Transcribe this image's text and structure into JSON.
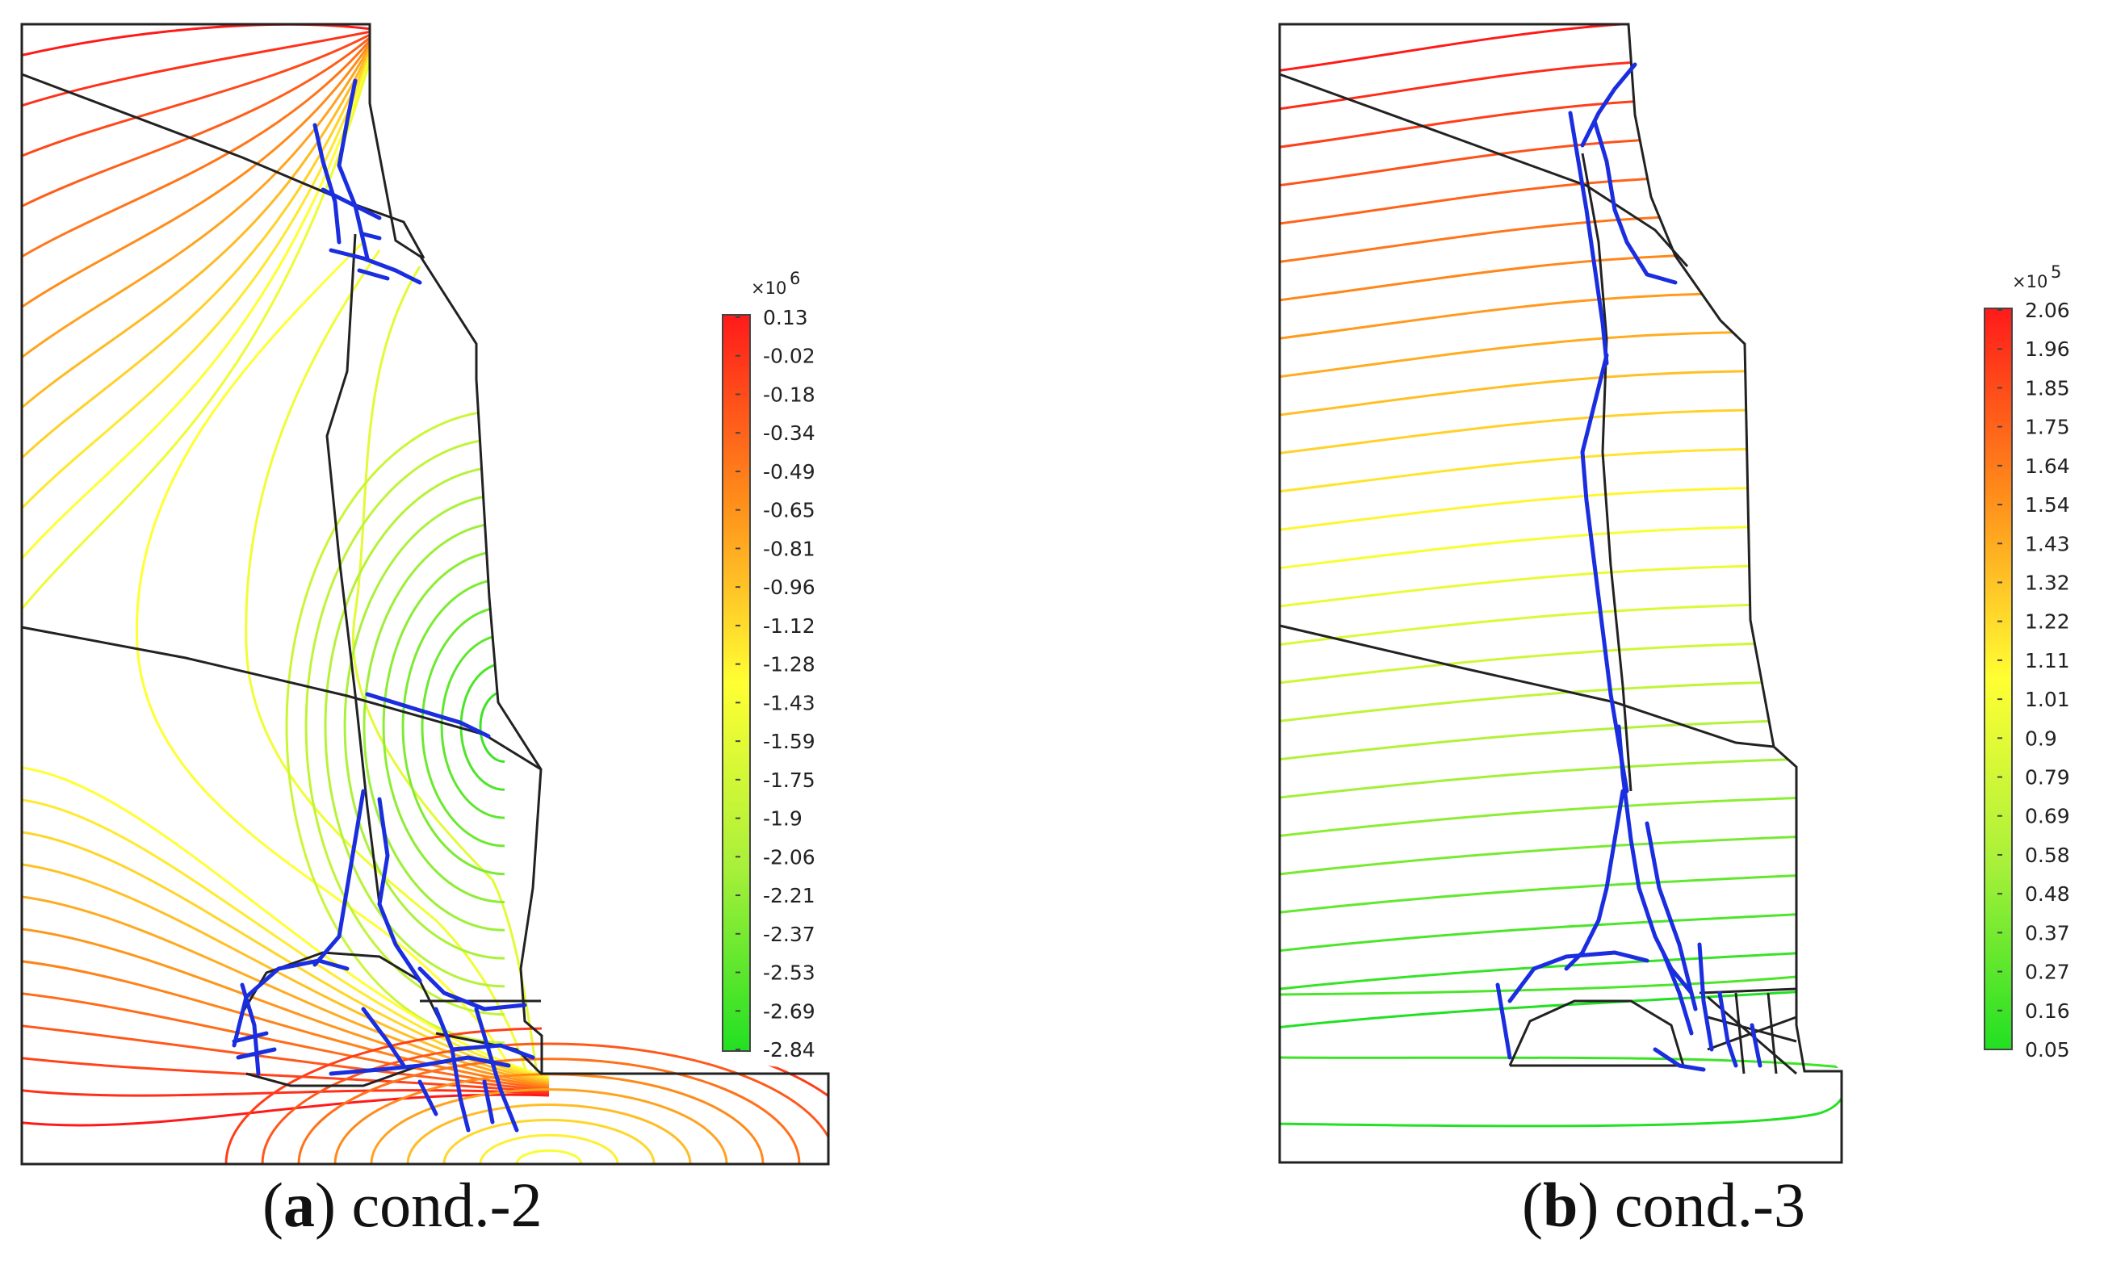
{
  "panels": [
    {
      "id": "a",
      "caption_letter": "a",
      "caption_text": "cond.-2",
      "colorbar": {
        "multiplier": "×10",
        "exponent": "6",
        "ticks": [
          "0.13",
          "-0.02",
          "-0.18",
          "-0.34",
          "-0.49",
          "-0.65",
          "-0.81",
          "-0.96",
          "-1.12",
          "-1.28",
          "-1.43",
          "-1.59",
          "-1.75",
          "-1.9",
          "-2.06",
          "-2.21",
          "-2.37",
          "-2.53",
          "-2.69",
          "-2.84"
        ]
      }
    },
    {
      "id": "b",
      "caption_letter": "b",
      "caption_text": "cond.-3",
      "colorbar": {
        "multiplier": "×10",
        "exponent": "5",
        "ticks": [
          "2.06",
          "1.96",
          "1.85",
          "1.75",
          "1.64",
          "1.54",
          "1.43",
          "1.32",
          "1.22",
          "1.11",
          "1.01",
          "0.9",
          "0.79",
          "0.69",
          "0.58",
          "0.48",
          "0.37",
          "0.27",
          "0.16",
          "0.05"
        ]
      }
    }
  ],
  "colors": {
    "outline": "#222222",
    "crack": "#1a2ee0",
    "scale_top": "#ff1a1a",
    "scale_mid": "#ffff33",
    "scale_bottom": "#22e022"
  }
}
